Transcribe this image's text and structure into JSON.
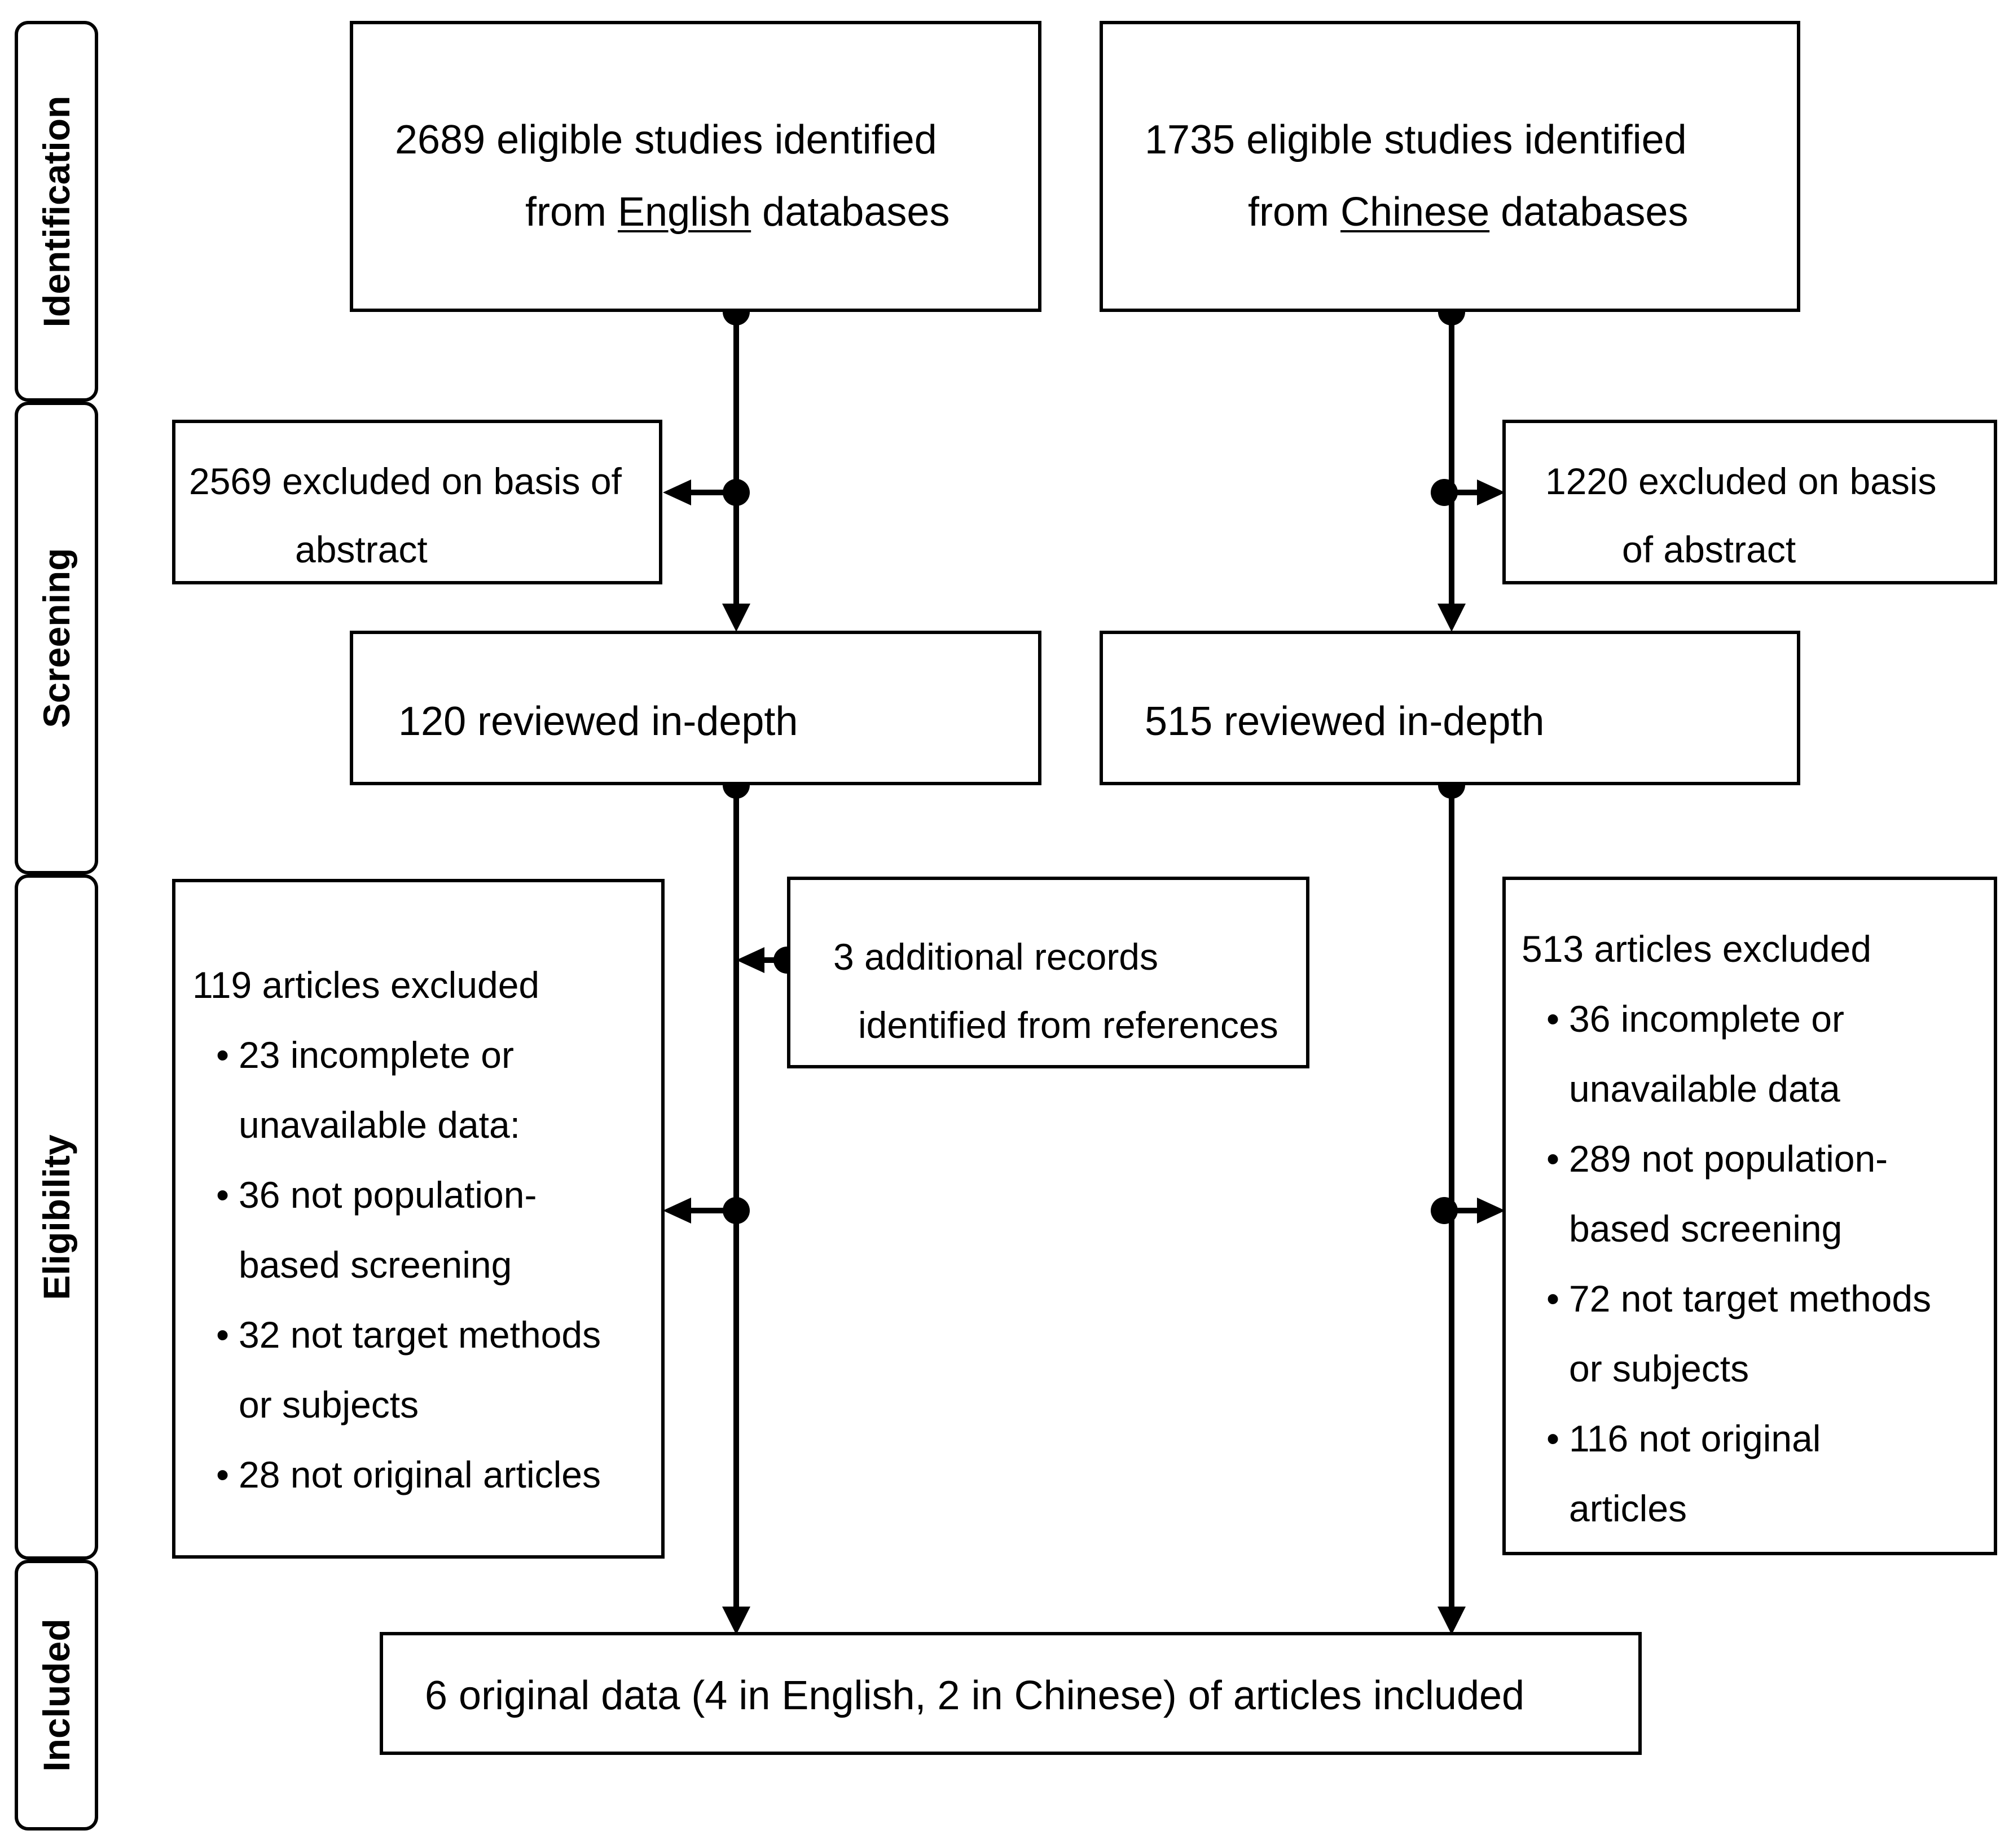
{
  "stages": {
    "identification": "Identification",
    "screening": "Screening",
    "eligibility": "Eligibility",
    "included": "Included"
  },
  "english": {
    "identified_line1": "2689 eligible studies identified",
    "identified_line2_pre": "from ",
    "identified_line2_lang": "English",
    "identified_line2_post": " databases",
    "excluded_abstract_line1": "2569 excluded on basis of",
    "excluded_abstract_line2": "abstract",
    "reviewed": "120 reviewed in-depth",
    "additional_line1": "3 additional records",
    "additional_line2": "identified from references",
    "excluded_title": "119 articles excluded",
    "excluded_reasons": [
      [
        "23 incomplete or",
        "unavailable data:"
      ],
      [
        "36 not population-",
        "based screening"
      ],
      [
        "32 not target methods",
        "or subjects"
      ],
      [
        "28 not original articles"
      ]
    ]
  },
  "chinese": {
    "identified_line1": "1735 eligible studies identified",
    "identified_line2_pre": "from ",
    "identified_line2_lang": "Chinese",
    "identified_line2_post": " databases",
    "excluded_abstract_line1": "1220 excluded on basis",
    "excluded_abstract_line2": "of abstract",
    "reviewed": "515 reviewed in-depth",
    "excluded_title": "513 articles excluded",
    "excluded_reasons": [
      [
        "36 incomplete or",
        "unavailable data"
      ],
      [
        "289 not population-",
        "based screening"
      ],
      [
        "72 not target methods",
        "or subjects"
      ],
      [
        "116 not original",
        "articles"
      ]
    ]
  },
  "included": "6 original data (4 in English, 2 in Chinese) of articles included"
}
